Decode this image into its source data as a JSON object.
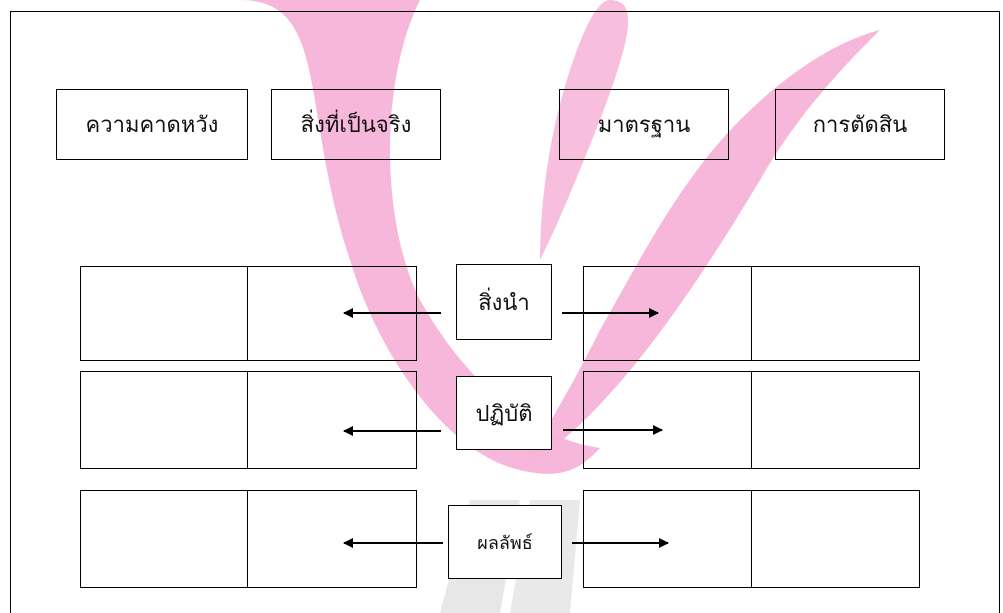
{
  "header_boxes": [
    {
      "label": "ความคาดหวัง"
    },
    {
      "label": "สิ่งที่เป็นจริง"
    },
    {
      "label": "มาตรฐาน"
    },
    {
      "label": "การตัดสิน"
    }
  ],
  "center_boxes": [
    {
      "label": "สิ่งนำ"
    },
    {
      "label": "ปฏิบัติ"
    },
    {
      "label": "ผลลัพธ์"
    }
  ],
  "colors": {
    "watermark": "#f6b3d8",
    "stroke": "#000000",
    "background": "#ffffff"
  }
}
